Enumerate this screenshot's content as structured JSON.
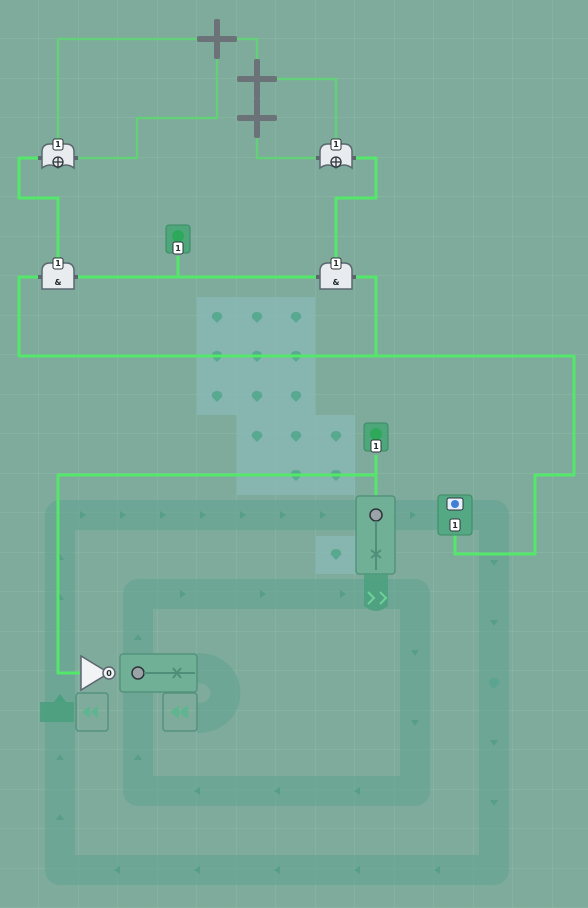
{
  "game": {
    "mode": "logistics circuit puzzle",
    "colors": {
      "background": "#7fab9c",
      "grid": "#8db8a8",
      "wire_active": "#54e86a",
      "conveyor": "#6aa795",
      "floor_tile": "#89b9b7",
      "gate_body": "#e8ecef",
      "gate_outline": "#5b6670",
      "resource": "#58a98f",
      "signal_blue": "#3f7fd8",
      "crossing": "#6b7278"
    },
    "constant_signals": {
      "top_left_gate_value": "1",
      "top_right_gate_value": "1",
      "mid_left_gate_value": "1",
      "mid_right_gate_value": "1",
      "center_source_value": "1",
      "right_source_value": "1",
      "right_source_lower_value": "1",
      "right_sensor_value": "1"
    },
    "gate_symbols": {
      "and_gate": "&",
      "xor_gate": "⊕"
    },
    "inverter_label": "0",
    "icons": [
      "xor-gate-icon",
      "and-gate-icon",
      "wire-crossing-icon",
      "constant-source-icon",
      "inverter-icon",
      "extractor-icon",
      "belt-arrow-icon",
      "resource-icon",
      "sensor-icon"
    ]
  }
}
